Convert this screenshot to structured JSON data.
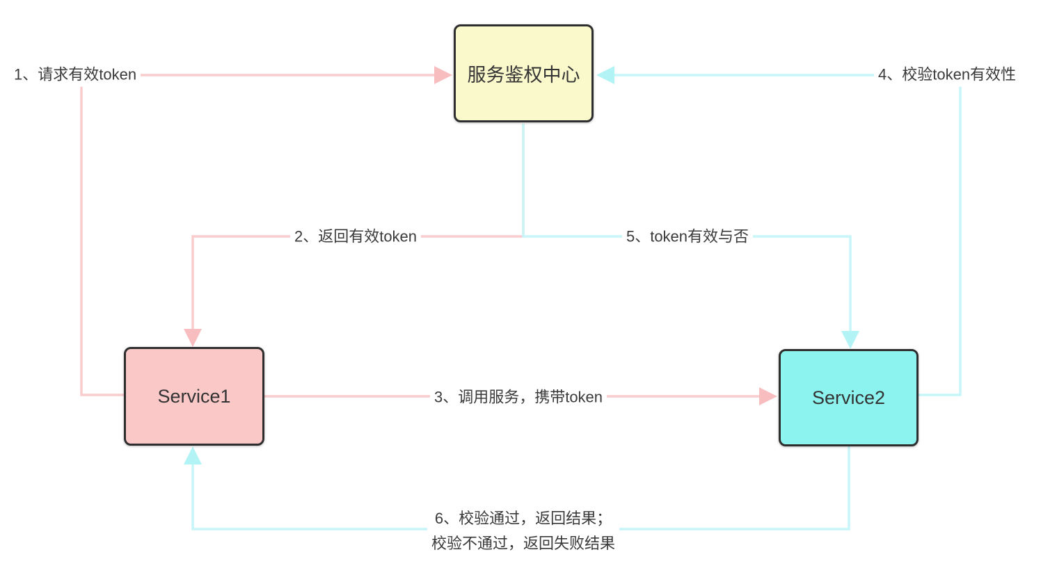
{
  "canvas": {
    "background": "#FFFFFF"
  },
  "nodes": {
    "auth_center": {
      "label": "服务鉴权中心",
      "fill": "#FAF9CC",
      "border": "#2E2E2E"
    },
    "service1": {
      "label": "Service1",
      "fill": "#FBC8C8",
      "border": "#2E2E2E"
    },
    "service2": {
      "label": "Service2",
      "fill": "#8DF3EF",
      "border": "#2E2E2E"
    }
  },
  "edges": {
    "e1": {
      "label": "1、请求有效token",
      "from": "Service1",
      "to": "服务鉴权中心",
      "line_color": "#F9CCCE",
      "arrow_color": "#F8BDBE"
    },
    "e2": {
      "label": "2、返回有效token",
      "from": "服务鉴权中心",
      "to": "Service1",
      "line_color": "#F9CCCE",
      "arrow_color": "#F8BDBE"
    },
    "e3": {
      "label": "3、调用服务，携带token",
      "from": "Service1",
      "to": "Service2",
      "line_color": "#F9CCCE",
      "arrow_color": "#F8BDBE"
    },
    "e4": {
      "label": "4、校验token有效性",
      "from": "Service2",
      "to": "服务鉴权中心",
      "line_color": "#C7F5F8",
      "arrow_color": "#B2F4F6"
    },
    "e5": {
      "label": "5、token有效与否",
      "from": "服务鉴权中心",
      "to": "Service2",
      "line_color": "#C7F5F8",
      "arrow_color": "#B2F4F6"
    },
    "e6": {
      "label_line1": "6、校验通过，返回结果；",
      "label_line2": "校验不通过，返回失败结果",
      "from": "Service2",
      "to": "Service1",
      "line_color": "#C7F5F8",
      "arrow_color": "#B2F4F6"
    }
  },
  "text_color": "#3A3A3A"
}
